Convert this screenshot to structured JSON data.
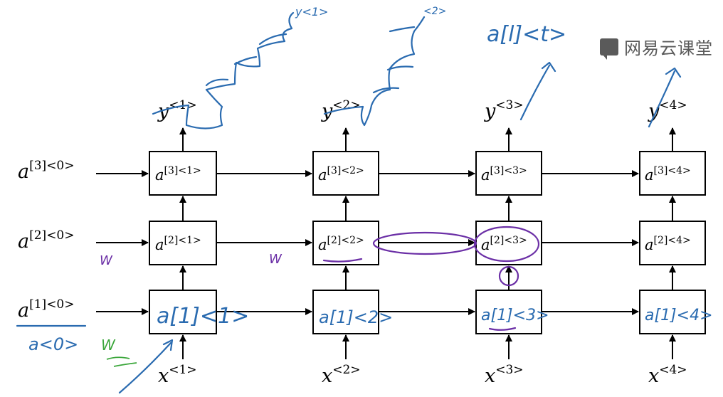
{
  "diagram": {
    "layers": [
      "1",
      "2",
      "3"
    ],
    "timesteps": [
      "1",
      "2",
      "3",
      "4"
    ],
    "initial_states": [
      {
        "label": "a",
        "sup": "[3]<0>"
      },
      {
        "label": "a",
        "sup": "[2]<0>"
      },
      {
        "label": "a",
        "sup": "[1]<0>"
      }
    ],
    "cells": {
      "layer3": [
        {
          "label": "a",
          "sup": "[3]<1>"
        },
        {
          "label": "a",
          "sup": "[3]<2>"
        },
        {
          "label": "a",
          "sup": "[3]<3>"
        },
        {
          "label": "a",
          "sup": "[3]<4>"
        }
      ],
      "layer2": [
        {
          "label": "a",
          "sup": "[2]<1>"
        },
        {
          "label": "a",
          "sup": "[2]<2>"
        },
        {
          "label": "a",
          "sup": "[2]<3>"
        },
        {
          "label": "a",
          "sup": "[2]<4>"
        }
      ]
    },
    "outputs": [
      {
        "label": "y",
        "sup": "<1>"
      },
      {
        "label": "y",
        "sup": "<2>"
      },
      {
        "label": "y",
        "sup": "<3>"
      },
      {
        "label": "y",
        "sup": "<4>"
      }
    ],
    "inputs": [
      {
        "label": "x",
        "sup": "<1>"
      },
      {
        "label": "x",
        "sup": "<2>"
      },
      {
        "label": "x",
        "sup": "<3>"
      },
      {
        "label": "x",
        "sup": "<4>"
      }
    ]
  },
  "annotations": {
    "handwritten_layer1": [
      "a[1]<1>",
      "a[1]<2>",
      "a[1]<3>",
      "a[1]<4>"
    ],
    "handwritten_top": "a[l]<t>",
    "handwritten_initial": "a<0>",
    "handwritten_purple_w": "W",
    "handwritten_green_w": "W",
    "colors": {
      "blue_ink": "#2a6bb0",
      "purple_ink": "#6b2fa6",
      "green_ink": "#3aa63a"
    }
  },
  "watermark": {
    "text": "网易云课堂",
    "icon": "chat-bubble-icon"
  }
}
